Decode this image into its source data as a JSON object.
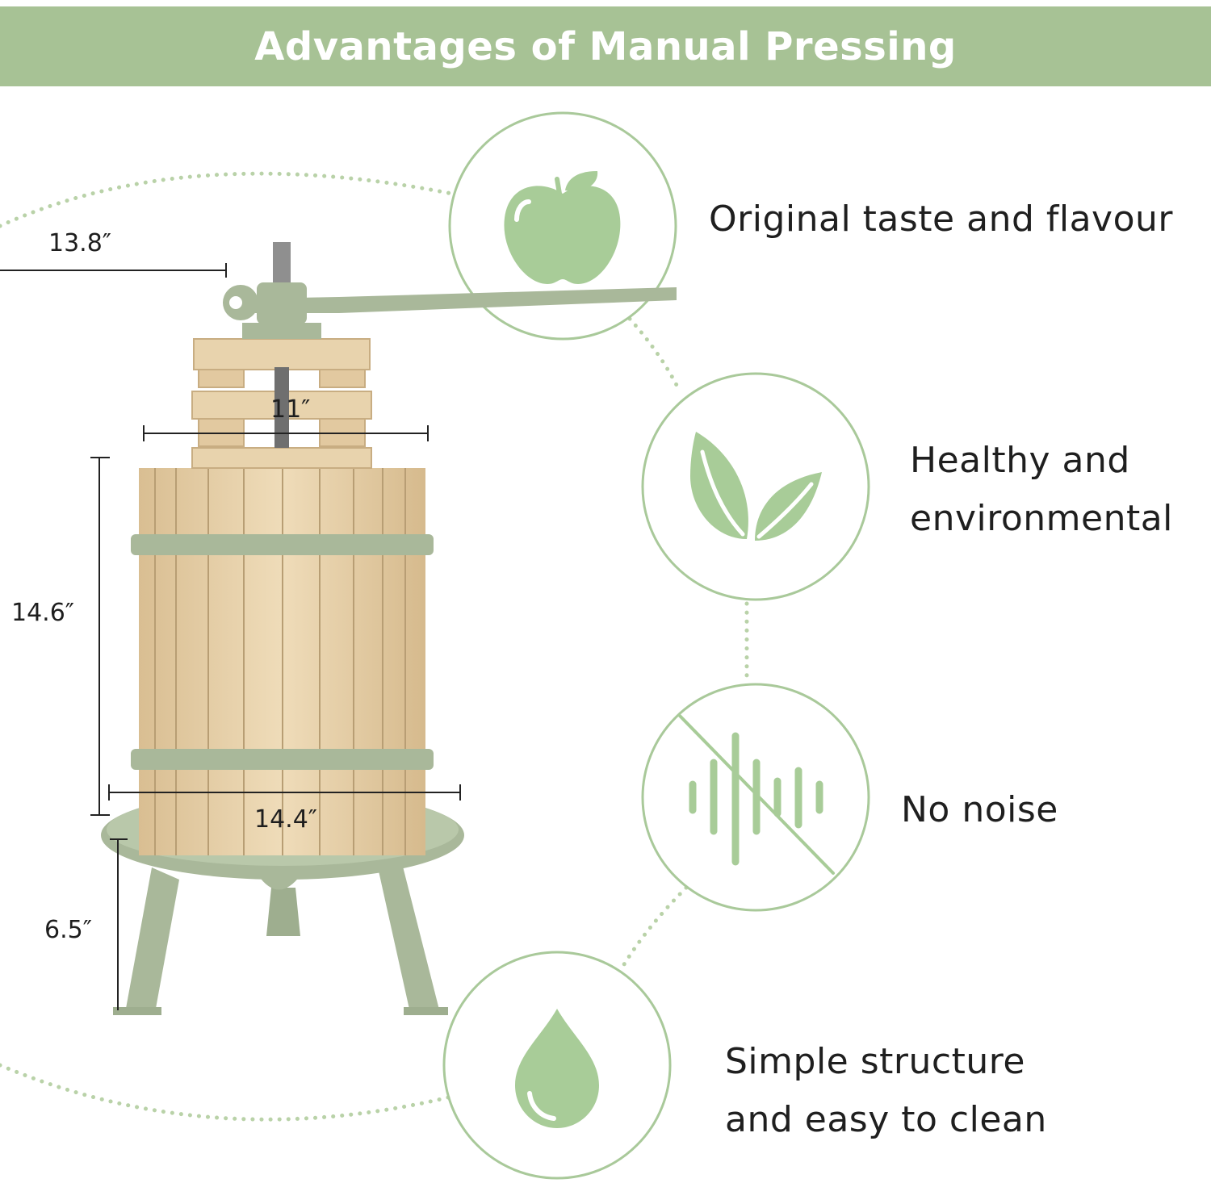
{
  "banner": {
    "title": "Advantages of Manual Pressing",
    "color": "#a7c295"
  },
  "colors": {
    "accent": "#a7c295",
    "icon_fill": "#a8cc98",
    "frame_green": "#a9b89a",
    "wood": "#e6cfa7"
  },
  "dimensions": {
    "handle_length": "13.8″",
    "top_width": "11″",
    "barrel_height": "14.6″",
    "barrel_diameter": "14.4″",
    "leg_height": "6.5″"
  },
  "features": [
    {
      "icon": "apple-icon",
      "line1": "Original taste and flavour",
      "line2": ""
    },
    {
      "icon": "leaves-icon",
      "line1": "Healthy and",
      "line2": "environmental"
    },
    {
      "icon": "muted-sound-icon",
      "line1": "No noise",
      "line2": ""
    },
    {
      "icon": "water-drop-icon",
      "line1": "Simple structure",
      "line2": "and easy to clean"
    }
  ]
}
